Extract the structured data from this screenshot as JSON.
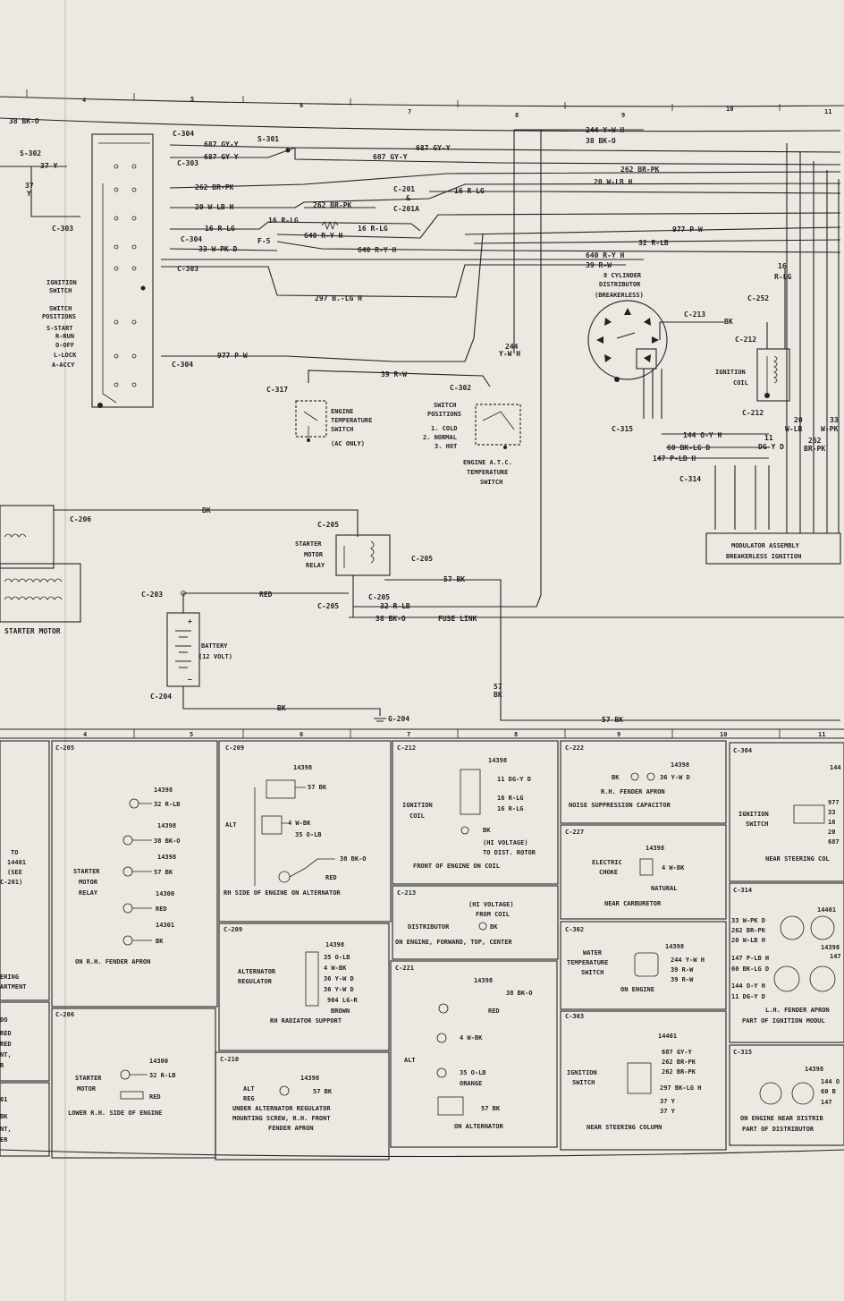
{
  "grid_top": [
    "4",
    "5",
    "6",
    "7",
    "8",
    "9",
    "10",
    "11"
  ],
  "grid_bottom": [
    "4",
    "5",
    "6",
    "7",
    "8",
    "9",
    "10",
    "11"
  ],
  "wires": {
    "w38bk": "38 BK-O",
    "w37y_a": "37 Y",
    "w37y_b": "37",
    "w37y_c": "Y",
    "w687_a": "687 GY-Y",
    "w687_b": "687 GY-Y",
    "w687_c": "687 GY-Y",
    "w687_d": "687 GY-Y",
    "w244": "244 Y-W H",
    "w38bko_r": "38 BK-O",
    "w262_a": "262 BR-PK",
    "w262_b": "262 BR-PK",
    "w262_c": "262 BR-PK",
    "w20_a": "20 W-LB H",
    "w20_b": "20 W-LB H",
    "w16_a": "16 R-LG",
    "w16_b": "16 R-LG",
    "w16_c": "16 R-LG",
    "w16_d": "16 R-LG",
    "w640_a": "640 R-Y H",
    "w640_b": "640 R-Y H",
    "w640_c": "640 R-Y H",
    "w977_a": "977 P-W",
    "w977_b": "977 P-W",
    "w32": "32 R-LB",
    "w33": "33 W-PK D",
    "w39_a": "39 R-W",
    "w39_b": "39 R-W",
    "w297": "297 B.-LG H",
    "w244v_a": "244",
    "w244v_b": "Y-W H",
    "bk_a": "BK",
    "bk_b": "BK",
    "red": "RED",
    "w57_a": "57 BK",
    "w32b": "32 R-LB",
    "w38c": "38 BK-O",
    "fuse": "FUSE LINK",
    "w57v_a": "57",
    "w57v_b": "BK",
    "w57_b": "57 BK",
    "g204": "G-204",
    "w16r_a": "16",
    "w16r_b": "R-LG",
    "w144": "144 O-Y H",
    "w60": "60 BK-LG D",
    "w147": "147 P-LB H",
    "w11": "11",
    "w11b": "DG-Y D",
    "w20v": "20",
    "w20vb": "W-LB",
    "w33v": "33",
    "w33vb": "W-PK",
    "w262v": "262",
    "w262vb": "BR-PK"
  },
  "connectors": {
    "s302": "S-302",
    "c303_a": "C-303",
    "c304_a": "C-304",
    "c303_b": "C-303",
    "s301": "S-301",
    "c201": "C-201",
    "amp": "&",
    "c201a": "C-201A",
    "c304_b": "C-304",
    "f5": "F-5",
    "c303_c": "C-303",
    "c304_c": "C-304",
    "c317": "C-317",
    "c302": "C-302",
    "c213": "C-213",
    "c252": "C-252",
    "c212_a": "C-212",
    "c212_b": "C-212",
    "c315": "C-315",
    "c314": "C-314",
    "c206": "C-206",
    "c205_a": "C-205",
    "c205_b": "C-205",
    "c205_c": "C-205",
    "c205_d": "C-205",
    "c203": "C-203",
    "c204": "C-204"
  },
  "labels": {
    "ign_switch": [
      "IGNITION",
      "SWITCH"
    ],
    "positions": [
      "SWITCH",
      "POSITIONS",
      "S-START",
      "R-RUN",
      "O-OFF",
      "L-LOCK",
      "A-ACCY"
    ],
    "eng_temp": [
      "ENGINE",
      "TEMPERATURE",
      "SWITCH",
      "(AC ONLY)"
    ],
    "sw_positions": [
      "SWITCH",
      "POSITIONS",
      "1. COLD",
      "2. NORMAL",
      "3. HOT"
    ],
    "atc": [
      "ENGINE A.T.C.",
      "TEMPERATURE",
      "SWITCH"
    ],
    "distributor": [
      "8 CYLINDER",
      "DISTRIBUTOR",
      "(BREAKERLESS)"
    ],
    "ign_coil": [
      "IGNITION",
      "COIL"
    ],
    "modulator": [
      "MODULATOR ASSEMBLY",
      "BREAKERLESS IGNITION"
    ],
    "starter_relay": [
      "STARTER",
      "MOTOR",
      "RELAY"
    ],
    "battery": [
      "BATTERY",
      "(12 VOLT)"
    ],
    "starter_motor": "STARTER MOTOR"
  },
  "panels": {
    "left_a": [
      "TO",
      "14401",
      "(SEE",
      "C-201)"
    ],
    "left_b": [
      "ERING",
      "ARTMENT"
    ],
    "left_c": [
      "DO",
      "RED",
      "RED",
      "NT,",
      "R"
    ],
    "left_d": [
      "01",
      "BK",
      "NT,",
      "ER"
    ],
    "c205": {
      "id": "C-205",
      "title": [
        "STARTER",
        "MOTOR",
        "RELAY"
      ],
      "items": [
        "14398",
        "32 R-LB",
        "14398",
        "38 BK-O",
        "14398",
        "57 BK",
        "14300",
        "RED",
        "14301",
        "BK"
      ],
      "loc": "ON R.H. FENDER APRON"
    },
    "c206": {
      "id": "C-206",
      "part": "14300",
      "title": [
        "STARTER",
        "MOTOR"
      ],
      "items": [
        "32 R-LB",
        "RED"
      ],
      "loc": "LOWER R.H. SIDE OF ENGINE"
    },
    "c209a": {
      "id": "C-209",
      "part": "14398",
      "title": "ALT",
      "items": [
        "57 BK",
        "4 W-BK",
        "35 O-LB",
        "38 BK-O",
        "RED"
      ],
      "loc": "RH SIDE OF ENGINE ON ALTERNATOR"
    },
    "c209b": {
      "id": "C-209",
      "part": "14398",
      "title": [
        "ALTERNATOR",
        "REGULATOR"
      ],
      "items": [
        "35 O-LB",
        "4 W-BK",
        "36 Y-W D",
        "36 Y-W D",
        "904 LG-R",
        "BROWN"
      ],
      "loc": "RH RADIATOR SUPPORT"
    },
    "c210": {
      "id": "C-210",
      "part": "14398",
      "title": [
        "ALT",
        "REG"
      ],
      "items": [
        "57 BK"
      ],
      "loc": [
        "UNDER ALTERNATOR REGULATOR",
        "MOUNTING SCREW, R.H. FRONT",
        "FENDER APRON"
      ]
    },
    "c212": {
      "id": "C-212",
      "part": "14398",
      "title": [
        "IGNITION",
        "COIL"
      ],
      "items": [
        "11 DG-Y D",
        "16 R-LG",
        "16 R-LG",
        "BK",
        "(HI VOLTAGE)",
        "TO DIST. ROTOR"
      ],
      "loc": "FRONT OF ENGINE ON COIL"
    },
    "c213": {
      "id": "C-213",
      "title": "DISTRIBUTOR",
      "items": [
        "(HI VOLTAGE)",
        "FROM COIL",
        "BK"
      ],
      "loc": "ON ENGINE, FORWARD, TOP, CENTER"
    },
    "c221": {
      "id": "C-221",
      "part": "14398",
      "title": "ALT",
      "items": [
        "38 BK-O",
        "RED",
        "4 W-BK",
        "35 O-LB",
        "ORANGE",
        "57 BK"
      ],
      "loc": "ON ALTERNATOR"
    },
    "c222": {
      "id": "C-222",
      "part": "14398",
      "items": [
        "BK",
        "36 Y-W D"
      ],
      "loc": [
        "R.H. FENDER APRON",
        "NOISE SUPPRESSION CAPACITOR"
      ]
    },
    "c227": {
      "id": "C-227",
      "part": "14398",
      "title": [
        "ELECTRIC",
        "CHOKE"
      ],
      "items": [
        "4 W-BK",
        "NATURAL"
      ],
      "loc": "NEAR CARBURETOR"
    },
    "c302": {
      "id": "C-302",
      "part": "14398",
      "title": [
        "WATER",
        "TEMPERATURE",
        "SWITCH"
      ],
      "items": [
        "244 Y-W H",
        "39 R-W",
        "39 R-W"
      ],
      "loc": "ON ENGINE"
    },
    "c303": {
      "id": "C-303",
      "part": "14401",
      "title": [
        "IGNITION",
        "SWITCH"
      ],
      "items": [
        "687 GY-Y",
        "262 BR-PK",
        "262 BR-PK",
        "297 BK-LG H",
        "37 Y",
        "37 Y"
      ],
      "loc": "NEAR STEERING COLUMN"
    },
    "c304": {
      "id": "C-304",
      "part": "144",
      "title": [
        "IGNITION",
        "SWITCH"
      ],
      "items": [
        "977",
        "33",
        "16",
        "20",
        "687"
      ],
      "loc": "NEAR STEERING COL"
    },
    "c314": {
      "id": "C-314",
      "part": "14401",
      "items": [
        "33 W-PK D",
        "262 BR-PK",
        "20 W-LB H",
        "147 P-LB H",
        "60 BK-LG D",
        "144 O-Y H",
        "11 DG-Y D",
        "14398",
        "147"
      ],
      "loc": [
        "L.H. FENDER APRON",
        "PART OF IGNITION MODUL"
      ]
    },
    "c315": {
      "id": "C-315",
      "part": "14398",
      "items": [
        "144 O",
        "60 B",
        "147"
      ],
      "loc": [
        "ON ENGINE NEAR DISTRIB",
        "PART OF DISTRIBUTOR"
      ]
    }
  }
}
